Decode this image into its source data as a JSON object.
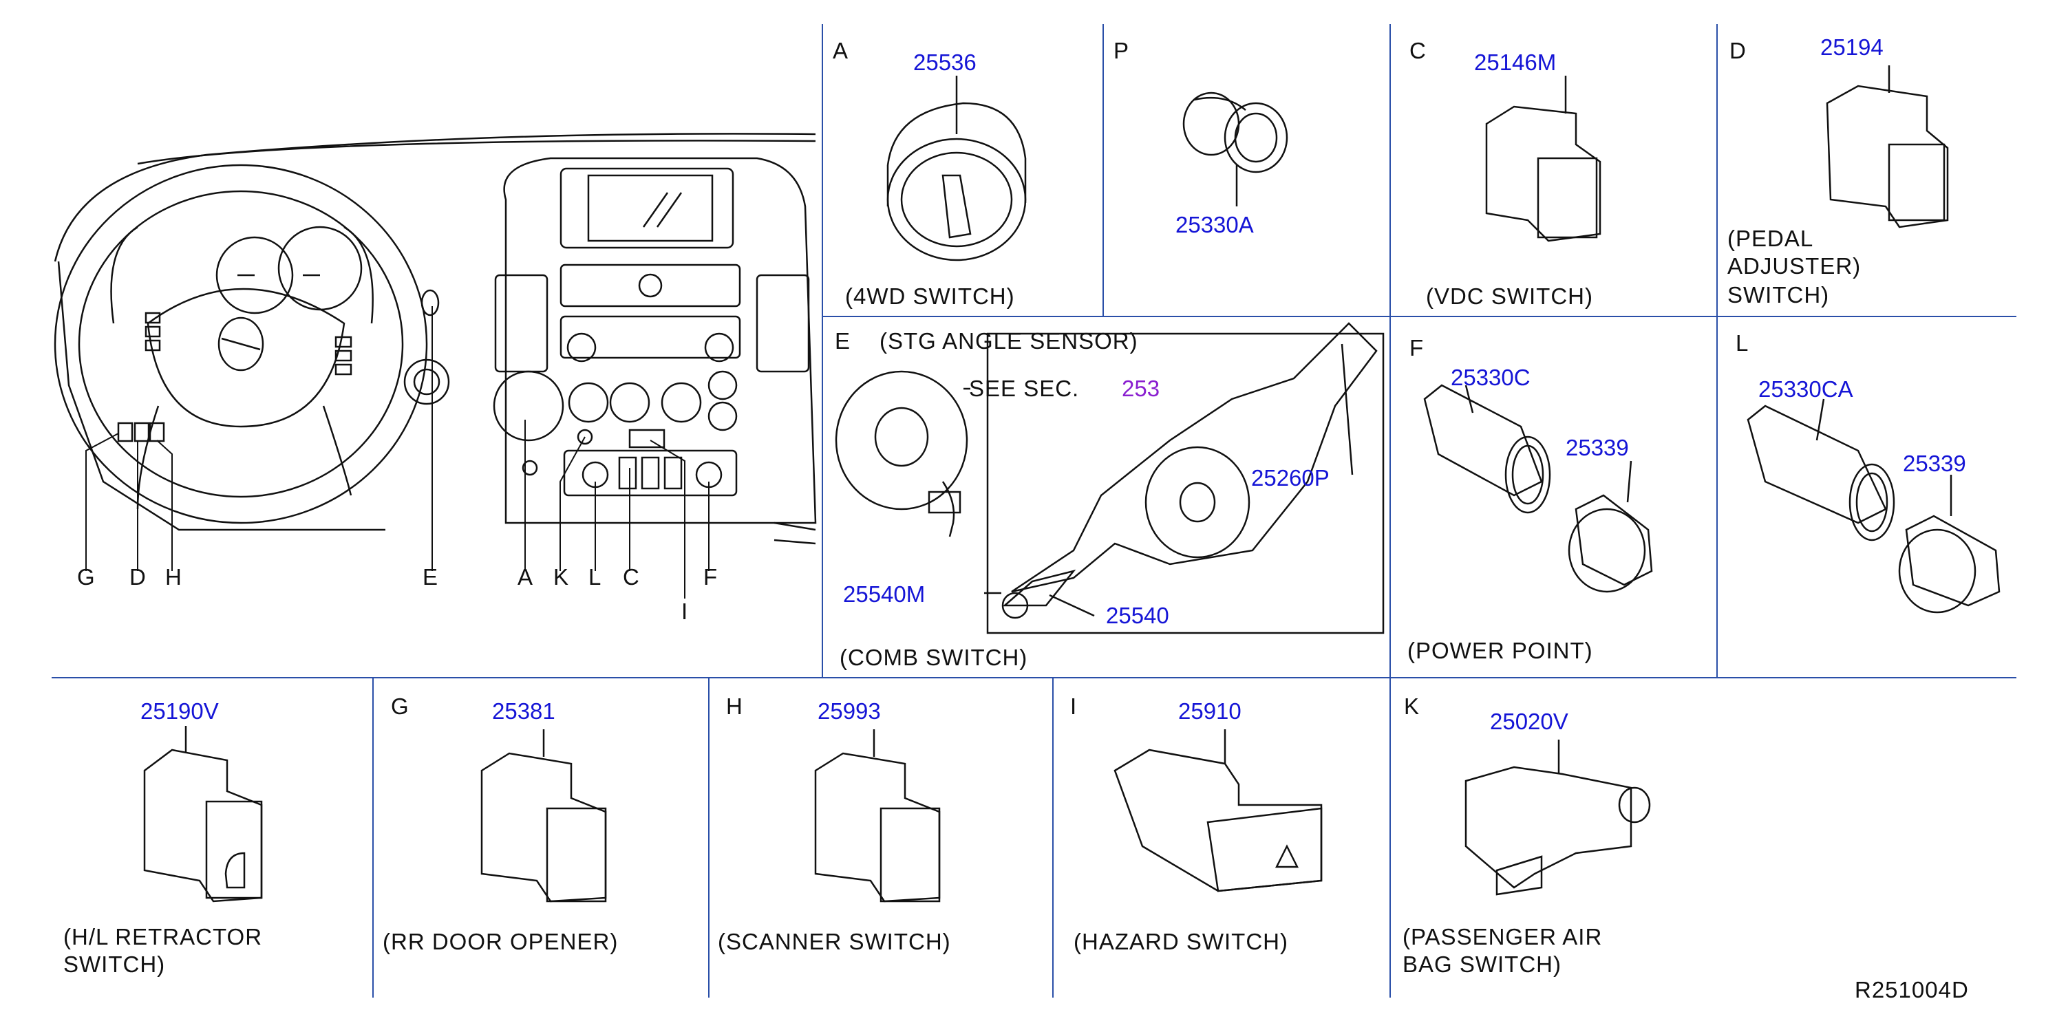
{
  "overview": {
    "callouts": [
      "G",
      "D",
      "H",
      "E",
      "A",
      "K",
      "L",
      "C",
      "I",
      "F"
    ]
  },
  "panels": [
    {
      "id": "A",
      "letter": "A",
      "parts": [
        "25536"
      ],
      "caption": "(4WD   SWITCH)"
    },
    {
      "id": "P",
      "letter": "P",
      "parts": [
        "25330A"
      ],
      "caption": ""
    },
    {
      "id": "C",
      "letter": "C",
      "parts": [
        "25146M"
      ],
      "caption": "(VDC   SWITCH)"
    },
    {
      "id": "D",
      "letter": "D",
      "parts": [
        "25194"
      ],
      "caption_lines": [
        "(PEDAL",
        "ADJUSTER)",
        "SWITCH)"
      ]
    },
    {
      "id": "E",
      "letter": "E",
      "title": "(STG   ANGLE   SENSOR)",
      "see": "SEE   SEC.",
      "sec": "253",
      "parts": [
        "25260P",
        "25540M",
        "25540"
      ],
      "caption": "(COMB   SWITCH)"
    },
    {
      "id": "F",
      "letter": "F",
      "parts": [
        "25330C",
        "25339"
      ],
      "caption": "(POWER   POINT)"
    },
    {
      "id": "L",
      "letter": "L",
      "parts": [
        "25330CA",
        "25339"
      ],
      "caption": ""
    },
    {
      "id": "HL",
      "letter": "",
      "parts": [
        "25190V"
      ],
      "caption_lines": [
        "(H/L   RETRACTOR",
        "SWITCH)"
      ]
    },
    {
      "id": "G",
      "letter": "G",
      "parts": [
        "25381"
      ],
      "caption": "(RR   DOOR   OPENER)"
    },
    {
      "id": "H",
      "letter": "H",
      "parts": [
        "25993"
      ],
      "caption": "(SCANNER   SWITCH)"
    },
    {
      "id": "I",
      "letter": "I",
      "parts": [
        "25910"
      ],
      "caption": "(HAZARD   SWITCH)"
    },
    {
      "id": "K",
      "letter": "K",
      "parts": [
        "25020V"
      ],
      "caption_lines": [
        "(PASSENGER   AIR",
        "BAG   SWITCH)"
      ]
    }
  ],
  "reference": "R251004D",
  "colors": {
    "part_number": "#1515d6",
    "section_link": "#8a1fd0",
    "divider": "#2a4fa8",
    "ink": "#111111"
  }
}
